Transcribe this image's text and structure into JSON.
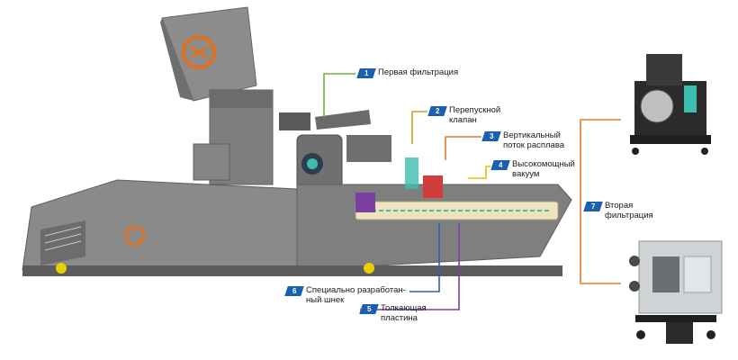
{
  "callouts": [
    {
      "num": "1",
      "text": "Первая фильтрация",
      "color": "#6ab33a"
    },
    {
      "num": "2",
      "text": "Перепускной\nклапан",
      "color": "#c9a227"
    },
    {
      "num": "3",
      "text": "Вертикальный\nпоток расплава",
      "color": "#e87a2a"
    },
    {
      "num": "4",
      "text": "Высокомощный\nвакуум",
      "color": "#f0b800"
    },
    {
      "num": "5",
      "text": "Толкающая\nпластина",
      "color": "#7a3fa0"
    },
    {
      "num": "6",
      "text": "Специально разработан-\nный шнек",
      "color": "#2f5ea8"
    },
    {
      "num": "7",
      "text": "Вторая\nфильтрация",
      "color": "#e87a2a"
    }
  ],
  "colors": {
    "badge": "#1a5fb0",
    "machine_body": "#8a8a8a",
    "machine_dark": "#5a5a5a",
    "accent_orange": "#e07020"
  }
}
